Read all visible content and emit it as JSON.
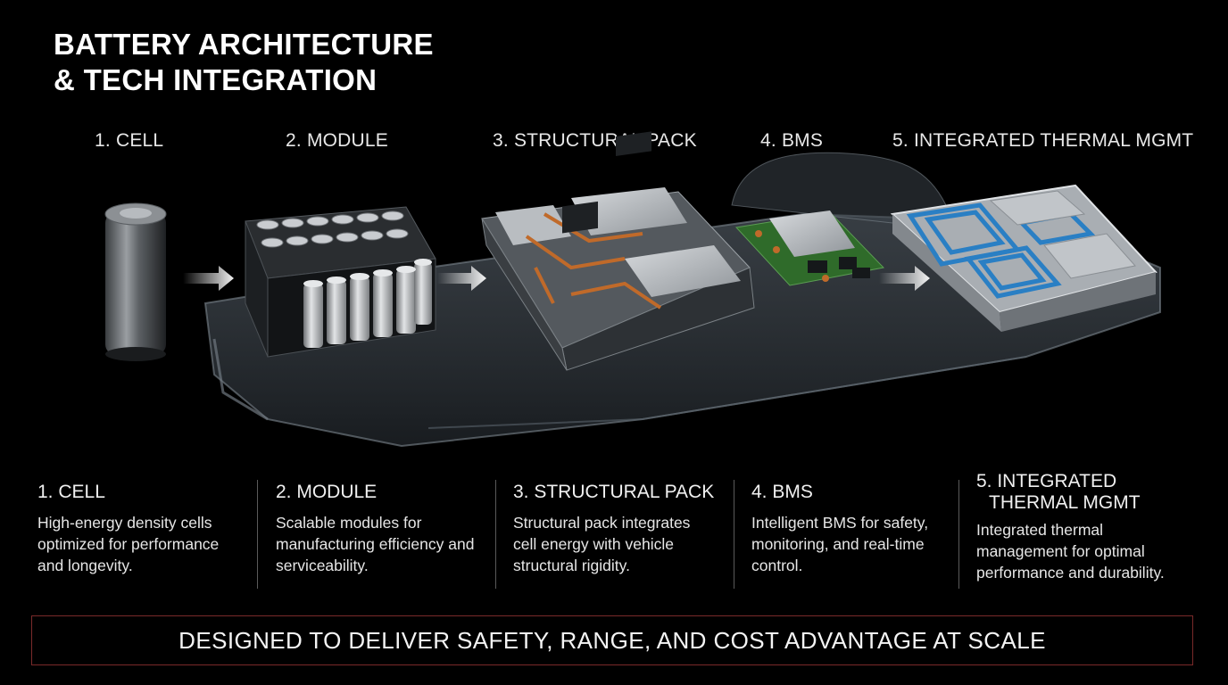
{
  "title": {
    "line1": "BATTERY ARCHITECTURE",
    "line2": "& TECH INTEGRATION"
  },
  "stages": [
    {
      "label": "1. CELL"
    },
    {
      "label": "2. MODULE"
    },
    {
      "label": "3. STRUCTURAL PACK"
    },
    {
      "label": "4. BMS"
    },
    {
      "label": "5. INTEGRATED THERMAL MGMT"
    }
  ],
  "descriptions": [
    {
      "heading": "1. CELL",
      "text": "High-energy density cells optimized for performance and longevity."
    },
    {
      "heading": "2. MODULE",
      "text": "Scalable modules for manufacturing efficiency and serviceability."
    },
    {
      "heading": "3. STRUCTURAL PACK",
      "text": "Structural pack integrates cell energy with vehicle structural rigidity."
    },
    {
      "heading": "4. BMS",
      "text": "Intelligent BMS for safety, monitoring, and real-time control."
    },
    {
      "heading_line1": "5. INTEGRATED",
      "heading_line2": "THERMAL MGMT",
      "text": "Integrated thermal management for optimal performance and durability."
    }
  ],
  "banner": {
    "text": "DESIGNED TO DELIVER SAFETY, RANGE, AND COST ADVANTAGE AT SCALE"
  },
  "colors": {
    "accent_border": "#7a2a2a",
    "coolant_blue": "#2a7fc4",
    "copper": "#c06a2a",
    "pcb_green": "#2f6b2a"
  }
}
